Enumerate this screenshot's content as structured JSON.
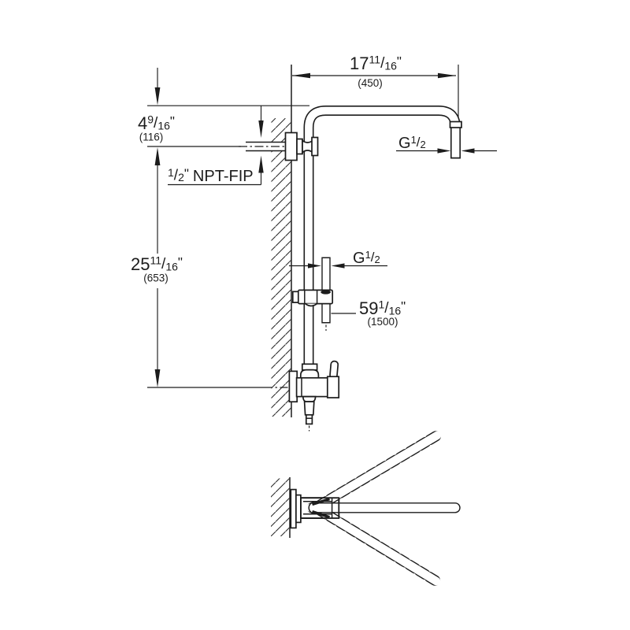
{
  "symbols": {
    "fraction_slash": "/",
    "inch_mark": "\""
  },
  "dimensions": {
    "arm_reach": {
      "whole": "17",
      "num": "11",
      "den": "16",
      "metric": "(450)"
    },
    "arm_height_above_inlet": {
      "whole": "4",
      "num": "9",
      "den": "16",
      "metric": "(116)"
    },
    "inlet_to_diverter": {
      "whole": "25",
      "num": "11",
      "den": "16",
      "metric": "(653)"
    },
    "hose_length": {
      "whole": "59",
      "num": "1",
      "den": "16",
      "metric": "(1500)"
    },
    "inlet_thread": {
      "num": "1",
      "den": "2",
      "suffix": "NPT-FIP"
    },
    "head_outlet_thread": {
      "prefix": "G",
      "num": "1",
      "den": "2"
    },
    "hand_shower_thread": {
      "prefix": "G",
      "num": "1",
      "den": "2"
    }
  },
  "colors": {
    "line": "#1c1c1c",
    "background": "#ffffff"
  }
}
